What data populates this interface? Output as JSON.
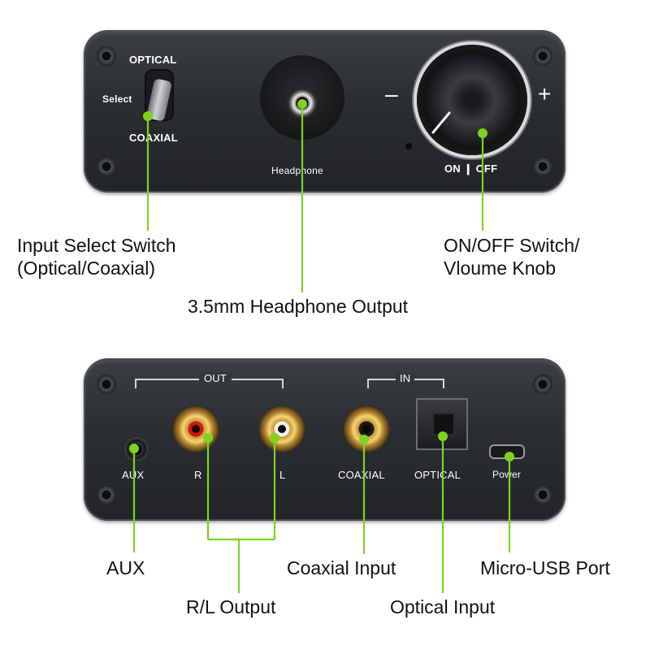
{
  "front_panel": {
    "switch_top": "OPTICAL",
    "switch_side": "Select",
    "switch_bottom": "COAXIAL",
    "headphone": "Headphone",
    "minus": "–",
    "plus": "+",
    "on_off": "ON ❙ OFF"
  },
  "back_panel": {
    "out_group": "OUT",
    "in_group": "IN",
    "aux": "AUX",
    "r": "R",
    "l": "L",
    "coaxial": "COAXIAL",
    "optical": "OPTICAL",
    "power": "Power"
  },
  "callouts": {
    "input_select_1": "Input Select Switch",
    "input_select_2": "(Optical/Coaxial)",
    "headphone_out": "3.5mm Headphone Output",
    "onoff_1": "ON/OFF Switch/",
    "onoff_2": "Vloume Knob",
    "aux": "AUX",
    "rl_output": "R/L Output",
    "coaxial_input": "Coaxial Input",
    "optical_input": "Optical Input",
    "micro_usb": "Micro-USB Port"
  },
  "colors": {
    "leader_line": "#7ed321",
    "panel": "#2b2e32"
  }
}
